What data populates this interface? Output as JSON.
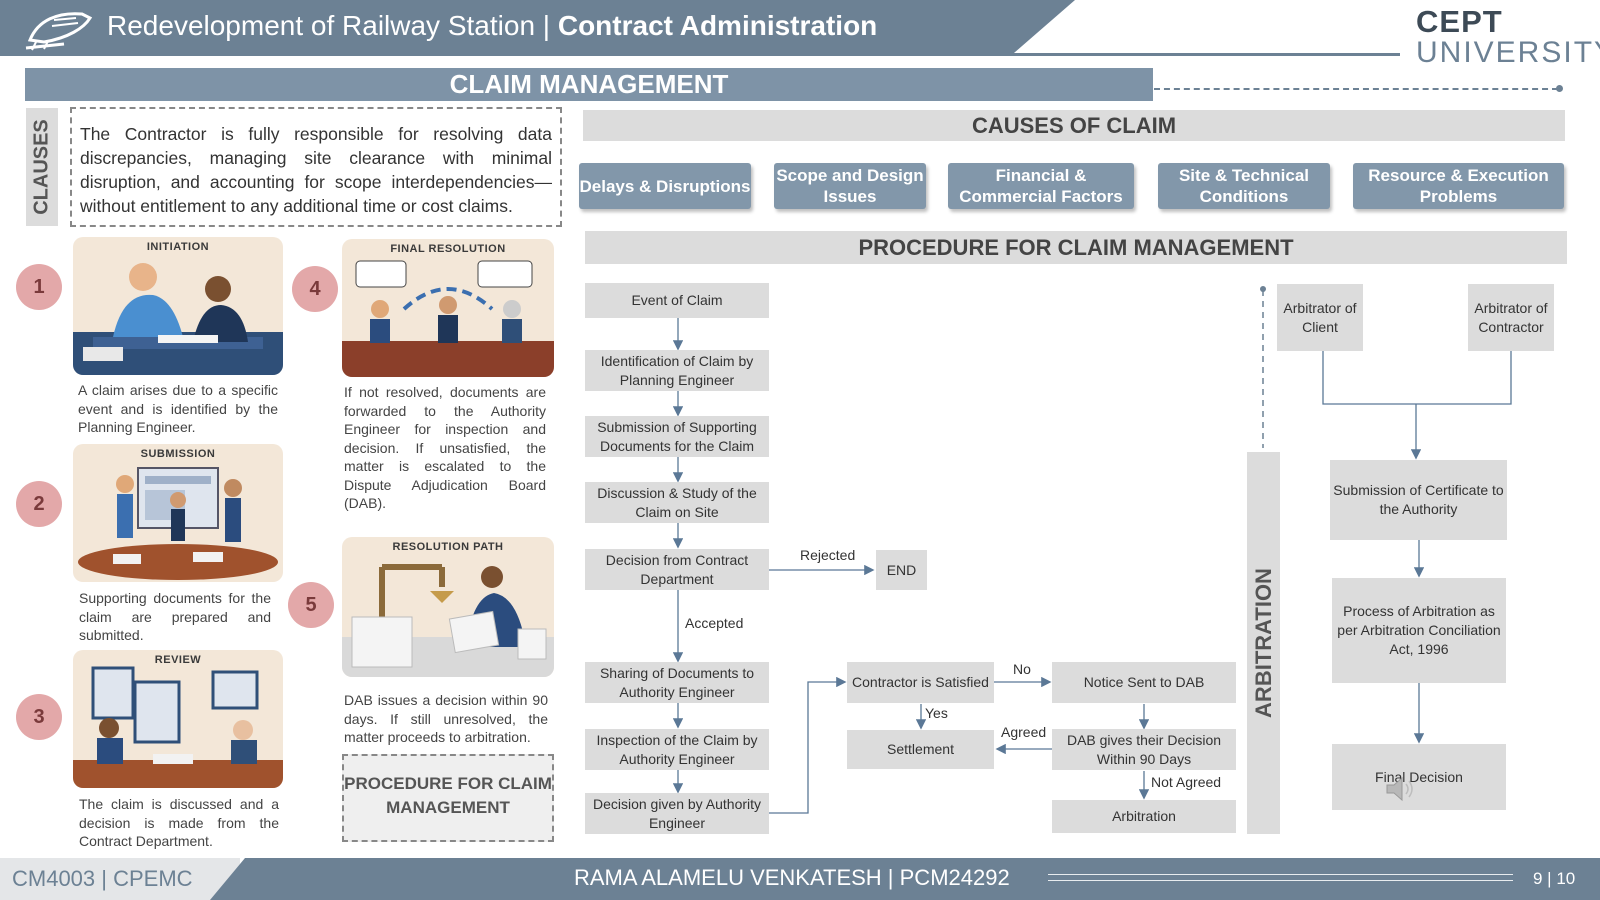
{
  "header": {
    "title_prefix": "Redevelopment of Railway Station |",
    "title_bold": "Contract Administration",
    "logo_line1": "CEPT",
    "logo_line2": "UNIVERSITY"
  },
  "main_title": "CLAIM MANAGEMENT",
  "clauses": {
    "tab_label": "CLAUSES",
    "text": "The Contractor is fully responsible for resolving data discrepancies, managing site clearance with minimal disruption, and accounting for scope interdependencies—without entitlement to any additional time or cost claims."
  },
  "steps": [
    {
      "number": "1",
      "image_title": "INITIATION",
      "caption": "A claim arises due to a specific event and is identified by the Planning Engineer."
    },
    {
      "number": "2",
      "image_title": "SUBMISSION",
      "caption": "Supporting documents for the claim are prepared and submitted."
    },
    {
      "number": "3",
      "image_title": "REVIEW",
      "caption": "The claim is discussed and a decision is made from the Contract Department."
    },
    {
      "number": "4",
      "image_title": "FINAL RESOLUTION",
      "caption": "If not resolved, documents are forwarded to the Authority Engineer for inspection and decision. If unsatisfied, the matter is escalated to the Dispute Adjudication Board (DAB)."
    },
    {
      "number": "5",
      "image_title": "RESOLUTION PATH",
      "caption": "DAB issues a decision within 90 days. If still unresolved, the matter proceeds to arbitration."
    }
  ],
  "procedure_box": "PROCEDURE FOR CLAIM MANAGEMENT",
  "causes": {
    "title": "CAUSES OF CLAIM",
    "items": [
      "Delays & Disruptions",
      "Scope and Design Issues",
      "Financial & Commercial Factors",
      "Site & Technical Conditions",
      "Resource & Execution Problems"
    ]
  },
  "procedure": {
    "title": "PROCEDURE FOR CLAIM MANAGEMENT",
    "boxes": {
      "event": "Event of Claim",
      "identification": "Identification of Claim by Planning Engineer",
      "submission": "Submission of Supporting Documents for the Claim",
      "discussion": "Discussion & Study of the Claim on Site",
      "decision_contract": "Decision from Contract Department",
      "end": "END",
      "sharing": "Sharing of Documents to Authority Engineer",
      "inspection": "Inspection of the Claim by Authority Engineer",
      "decision_ae": "Decision given by Authority Engineer",
      "satisfied": "Contractor is Satisfied",
      "notice_dab": "Notice Sent to DAB",
      "settlement": "Settlement",
      "dab_decision": "DAB gives their Decision Within 90 Days",
      "arbitration": "Arbitration",
      "arb_client": "Arbitrator of Client",
      "arb_contractor": "Arbitrator of Contractor",
      "certificate": "Submission of Certificate to the Authority",
      "process_arb": "Process of Arbitration as per Arbitration Conciliation Act, 1996",
      "final": "Final Decision"
    },
    "labels": {
      "rejected": "Rejected",
      "accepted": "Accepted",
      "no": "No",
      "yes": "Yes",
      "agreed": "Agreed",
      "not_agreed": "Not Agreed"
    },
    "arbitration_bar": "ARBITRATION"
  },
  "footer": {
    "course": "CM4003 | CPEMC",
    "author": "RAMA ALAMELU VENKATESH | PCM24292",
    "page": "9 | 10"
  },
  "colors": {
    "accent": "#6c8194",
    "button": "#8297aa",
    "step_circle": "#e3a8a9",
    "box_fill": "#dcdcdc",
    "arrow": "#5b7896"
  }
}
